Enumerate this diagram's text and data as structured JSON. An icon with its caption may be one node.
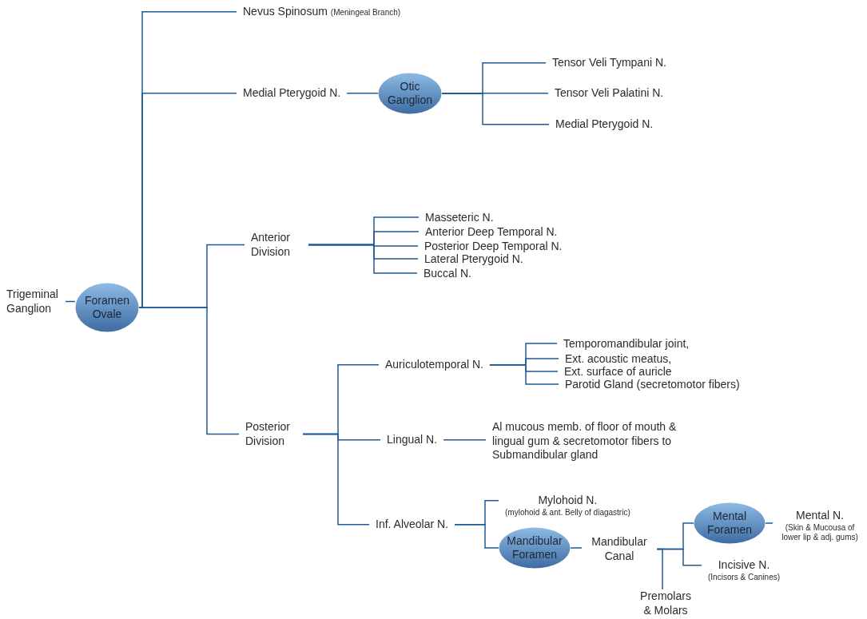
{
  "diagram": {
    "nodes": [
      {
        "text": [
          "Trigeminal Ganglion"
        ]
      },
      {
        "text": [
          "Foramen Ovale"
        ]
      },
      {
        "text": [
          "Nevus Spinosum",
          "(Meningeal Branch)"
        ]
      },
      {
        "text": [
          "Medial Pterygoid N."
        ]
      },
      {
        "text": [
          "Otic Ganglion"
        ]
      },
      {
        "text": [
          "Tensor Veli Tympani N."
        ]
      },
      {
        "text": [
          "Tensor Veli Palatini N."
        ]
      },
      {
        "text": [
          "Medial Pterygoid N."
        ]
      },
      {
        "text": [
          "Anterior Division"
        ]
      },
      {
        "text": [
          "Masseteric N."
        ]
      },
      {
        "text": [
          "Anterior Deep Temporal N."
        ]
      },
      {
        "text": [
          "Posterior Deep Temporal N."
        ]
      },
      {
        "text": [
          "Lateral Pterygoid N."
        ]
      },
      {
        "text": [
          "Buccal N."
        ]
      },
      {
        "text": [
          "Posterior Division"
        ]
      },
      {
        "text": [
          "Auriculotemporal N."
        ]
      },
      {
        "text": [
          "Temporomandibular joint,"
        ]
      },
      {
        "text": [
          "Ext. acoustic meatus,"
        ]
      },
      {
        "text": [
          "Ext. surface of auricle"
        ]
      },
      {
        "text": [
          "Parotid Gland (secretomotor fibers)"
        ]
      },
      {
        "text": [
          "Lingual N."
        ]
      },
      {
        "text": [
          "Al mucous memb. of floor of mouth & lingual gum & secretomotor fibers to Submandibular gland"
        ]
      },
      {
        "text": [
          "Inf. Alveolar N."
        ]
      },
      {
        "text": [
          "Mylohoid N.",
          "(mylohoid & ant. Belly of diagastric)"
        ]
      },
      {
        "text": [
          "Mandibular Foramen"
        ]
      },
      {
        "text": [
          "Mandibular Canal"
        ]
      },
      {
        "text": [
          "Mental Foramen"
        ]
      },
      {
        "text": [
          "Mental N.",
          "(Skin & Mucousa of lower lip & adj. gums)"
        ]
      },
      {
        "text": [
          "Incisive N.",
          "(Incisors & Canines)"
        ]
      },
      {
        "text": [
          "Premolars & Molars"
        ]
      }
    ],
    "edges": [
      {
        "from": 0,
        "to": 1,
        "arrow": "none"
      },
      {
        "from": 1,
        "to": 2,
        "arrow": "none"
      },
      {
        "from": 1,
        "to": 3,
        "arrow": "none"
      },
      {
        "from": 3,
        "to": 4,
        "arrow": "none"
      },
      {
        "from": 4,
        "to": 5,
        "arrow": "none"
      },
      {
        "from": 4,
        "to": 6,
        "arrow": "none"
      },
      {
        "from": 4,
        "to": 7,
        "arrow": "none"
      },
      {
        "from": 1,
        "to": 8,
        "arrow": "none"
      },
      {
        "from": 8,
        "to": 9,
        "arrow": "none"
      },
      {
        "from": 8,
        "to": 10,
        "arrow": "none"
      },
      {
        "from": 8,
        "to": 11,
        "arrow": "none"
      },
      {
        "from": 8,
        "to": 12,
        "arrow": "none"
      },
      {
        "from": 8,
        "to": 13,
        "arrow": "none"
      },
      {
        "from": 1,
        "to": 14,
        "arrow": "none"
      },
      {
        "from": 14,
        "to": 15,
        "arrow": "none"
      },
      {
        "from": 15,
        "to": 16,
        "arrow": "none"
      },
      {
        "from": 15,
        "to": 17,
        "arrow": "none"
      },
      {
        "from": 15,
        "to": 18,
        "arrow": "none"
      },
      {
        "from": 15,
        "to": 19,
        "arrow": "none"
      },
      {
        "from": 14,
        "to": 20,
        "arrow": "none"
      },
      {
        "from": 20,
        "to": 21,
        "arrow": "none"
      },
      {
        "from": 14,
        "to": 22,
        "arrow": "none"
      },
      {
        "from": 22,
        "to": 23,
        "arrow": "none"
      },
      {
        "from": 22,
        "to": 24,
        "arrow": "none"
      },
      {
        "from": 24,
        "to": 25,
        "arrow": "none"
      },
      {
        "from": 25,
        "to": 26,
        "arrow": "none"
      },
      {
        "from": 26,
        "to": 27,
        "arrow": "none"
      },
      {
        "from": 25,
        "to": 28,
        "arrow": "none"
      },
      {
        "from": 25,
        "to": 29,
        "arrow": "none"
      }
    ]
  }
}
